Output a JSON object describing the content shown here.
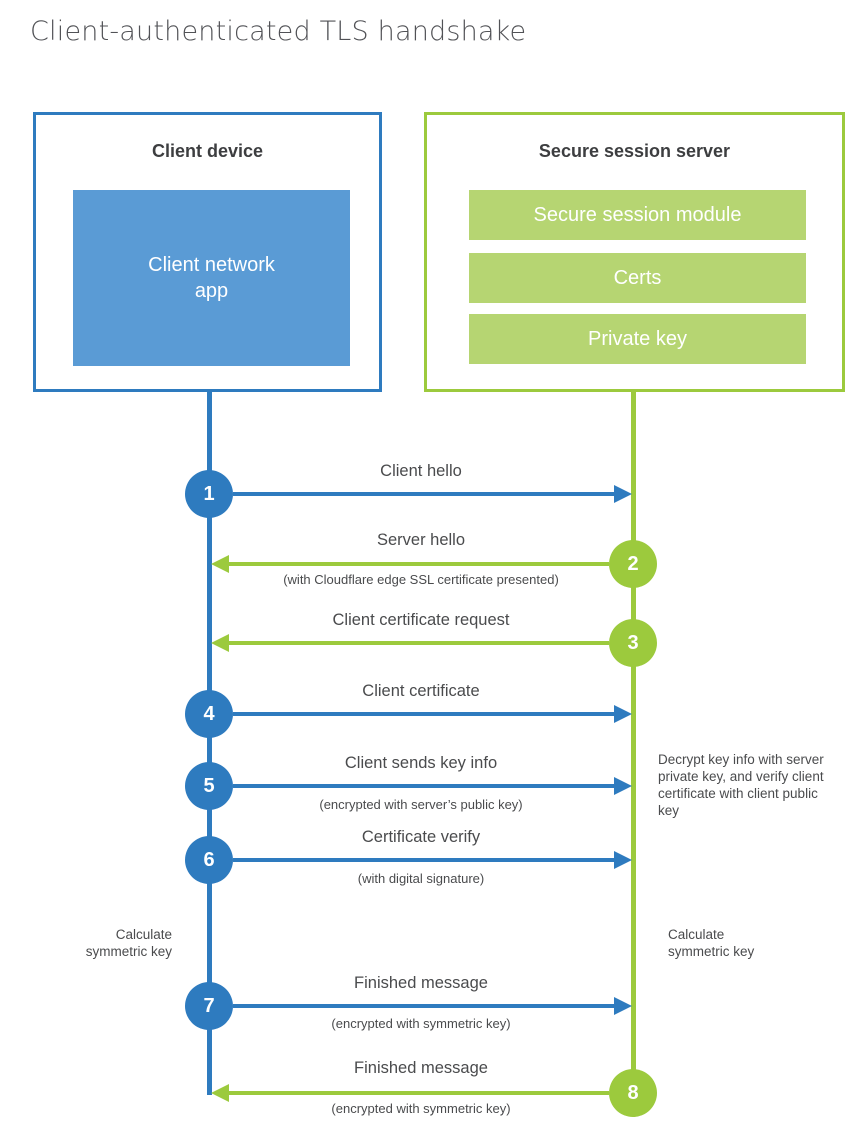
{
  "title": "Client-authenticated TLS handshake",
  "colors": {
    "blue": "#2e7bbf",
    "blue_light": "#5a9bd5",
    "green": "#9cca3d",
    "green_light": "#b6d572"
  },
  "client_box": {
    "title": "Client device",
    "app_label": "Client network app"
  },
  "server_box": {
    "title": "Secure session server",
    "modules": [
      "Secure session module",
      "Certs",
      "Private key"
    ]
  },
  "steps": [
    {
      "number": "1",
      "direction": "client-to-server",
      "label": "Client hello",
      "sublabel": ""
    },
    {
      "number": "2",
      "direction": "server-to-client",
      "label": "Server hello",
      "sublabel": "(with Cloudflare edge SSL certificate presented)"
    },
    {
      "number": "3",
      "direction": "server-to-client",
      "label": "Client certificate request",
      "sublabel": ""
    },
    {
      "number": "4",
      "direction": "client-to-server",
      "label": "Client certificate",
      "sublabel": ""
    },
    {
      "number": "5",
      "direction": "client-to-server",
      "label": "Client sends key info",
      "sublabel": "(encrypted with server’s public key)"
    },
    {
      "number": "6",
      "direction": "client-to-server",
      "label": "Certificate verify",
      "sublabel": "(with digital signature)"
    },
    {
      "number": "7",
      "direction": "client-to-server",
      "label": "Finished message",
      "sublabel": "(encrypted with symmetric key)"
    },
    {
      "number": "8",
      "direction": "server-to-client",
      "label": "Finished message",
      "sublabel": "(encrypted with symmetric key)"
    }
  ],
  "notes": {
    "decrypt_note": "Decrypt key info with server private key, and verify client certificate with client public key",
    "client_calculate": "Calculate symmetric key",
    "server_calculate": "Calculate symmetric key"
  }
}
